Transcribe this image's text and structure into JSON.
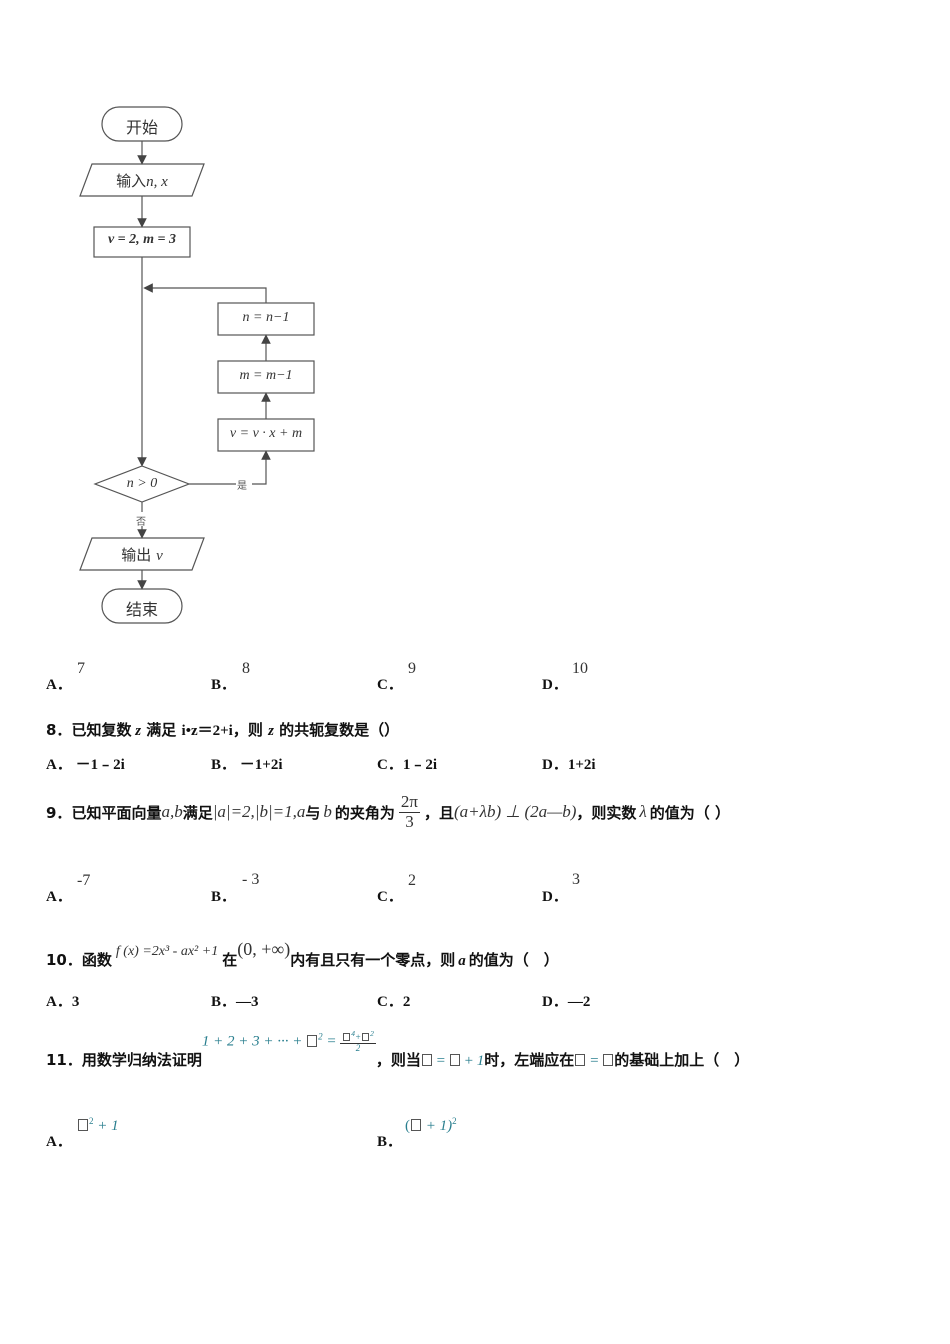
{
  "flowchart": {
    "start": "开始",
    "input": "输入",
    "input_vars": "n, x",
    "init": "v = 2, m = 3",
    "step_n": "n = n−1",
    "step_m": "m = m−1",
    "step_v": "v = v · x + m",
    "condition": "n > 0",
    "yes_label": "是",
    "no_label": "否",
    "output": "输出",
    "output_var": "v",
    "end": "结束"
  },
  "q7_options": [
    {
      "label": "A．",
      "value": "7"
    },
    {
      "label": "B．",
      "value": "8"
    },
    {
      "label": "C．",
      "value": "9"
    },
    {
      "label": "D．",
      "value": "10"
    }
  ],
  "q8": {
    "number": "8．",
    "text_1": "已知复数",
    "var_z": "z",
    "text_2": "满足",
    "equation": "i•z＝2+i",
    "text_3": "，则",
    "text_4": "的共轭复数是（）",
    "options": [
      {
        "label": "A．",
        "value": "－1﹣2i"
      },
      {
        "label": "B．",
        "value": "－1+2i"
      },
      {
        "label": "C．",
        "value": "1﹣2i"
      },
      {
        "label": "D．",
        "value": "1+2i"
      }
    ]
  },
  "q9": {
    "number": "9．",
    "text_1": "已知平面向量",
    "vectors": "a,b",
    "text_2": "满足",
    "magnitudes": "|a|=2,|b|=1,a",
    "text_3": "与",
    "var_b": "b",
    "text_4": "的夹角为",
    "angle_num": "2π",
    "angle_den": "3",
    "text_5": "，且",
    "condition": "(a+λb) ⊥ (2a—b)",
    "text_6": "，则实数",
    "var_lambda": "λ",
    "text_7": "的值为（ ）",
    "options": [
      {
        "label": "A．",
        "value": "-7"
      },
      {
        "label": "B．",
        "value": "- 3"
      },
      {
        "label": "C．",
        "value": "2"
      },
      {
        "label": "D．",
        "value": "3"
      }
    ]
  },
  "q10": {
    "number": "10．",
    "text_1": "函数",
    "function": "f (x) =2x³ - ax² +1",
    "text_2": "在",
    "interval": "(0, +∞)",
    "text_3": "内有且只有一个零点，则",
    "var_a": "a",
    "text_4": "的值为（　）",
    "options": [
      {
        "label": "A．",
        "value": "3"
      },
      {
        "label": "B．",
        "value": "—3"
      },
      {
        "label": "C．",
        "value": "2"
      },
      {
        "label": "D．",
        "value": "—2"
      }
    ]
  },
  "q11": {
    "number": "11．",
    "text_1": "用数学归纳法证明",
    "lhs": "1 + 2 + 3 + ··· + ",
    "rhs_den": "2",
    "text_2": "，则当",
    "text_3": "时，左端应在",
    "text_4": "的基础上加上（　）",
    "options": [
      {
        "label": "A．",
        "value_suffix": " + 1"
      },
      {
        "label": "B．",
        "value_prefix": "(",
        "value_suffix": " + 1)"
      }
    ]
  }
}
